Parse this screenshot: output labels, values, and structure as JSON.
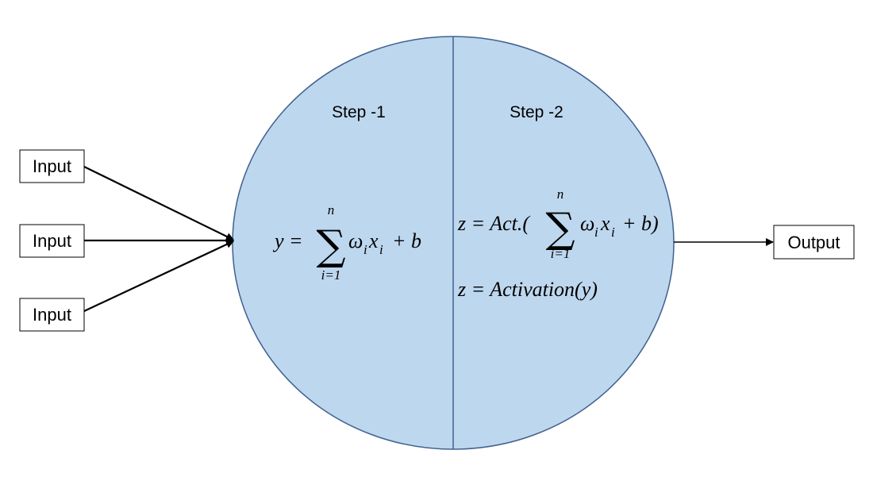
{
  "inputs": [
    {
      "label": "Input"
    },
    {
      "label": "Input"
    },
    {
      "label": "Input"
    }
  ],
  "output": {
    "label": "Output"
  },
  "steps": [
    {
      "label": "Step -1"
    },
    {
      "label": "Step -2"
    }
  ],
  "step1": {
    "lhs": "y =",
    "sum_upper": "n",
    "sum_lower": "i=1",
    "omega": "ω",
    "sub_i": "i",
    "x": "x",
    "tail": "+ b"
  },
  "step2": {
    "lhs": "z = Act.(",
    "sum_upper": "n",
    "sum_lower": "i=1",
    "omega": "ω",
    "sub_i": "i",
    "x": "x",
    "tail": "+ b)",
    "eq2": "z = Activation(y)"
  },
  "colors": {
    "circle_fill": "#bdd7ee",
    "circle_stroke": "#41608f",
    "line": "#000000"
  }
}
